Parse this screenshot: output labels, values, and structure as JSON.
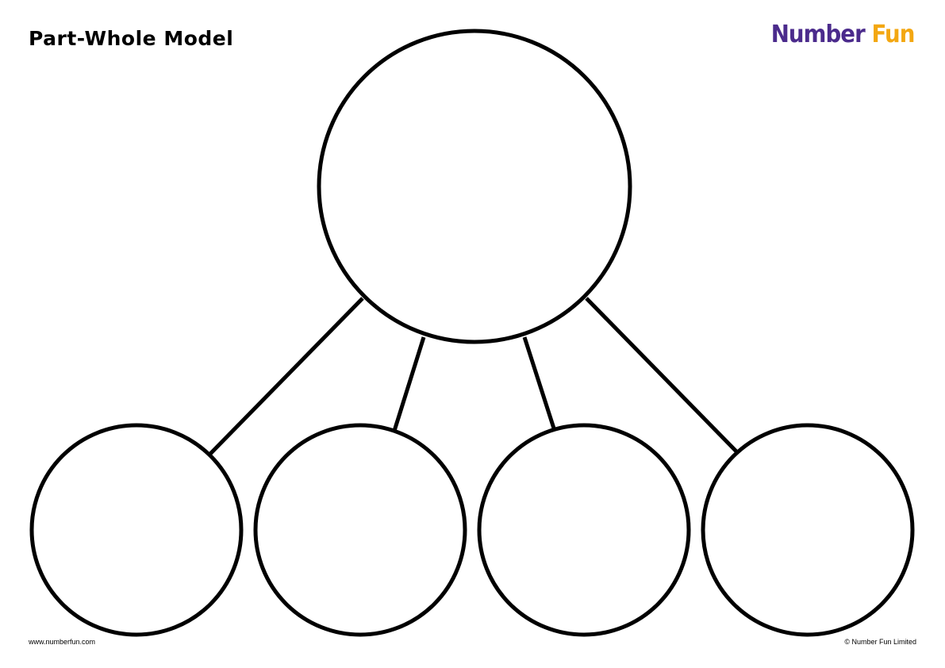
{
  "header": {
    "title": "Part-Whole Model",
    "logo_word1": "Number",
    "logo_word2": "Fun"
  },
  "footer": {
    "website": "www.numberfun.com",
    "copyright": "© Number Fun Limited"
  },
  "colors": {
    "logo_primary": "#4b2b8c",
    "logo_accent": "#f3a712",
    "stroke": "#000000"
  }
}
